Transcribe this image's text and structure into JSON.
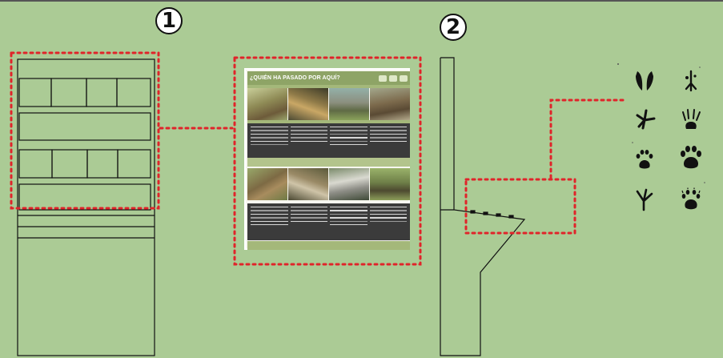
{
  "diagram": {
    "background": "#abcb95",
    "callout_color": "#e0242a",
    "callouts": [
      {
        "number": "1"
      },
      {
        "number": "2"
      }
    ]
  },
  "poster": {
    "title": "¿QUIÉN HA PASADO POR AQUÍ?",
    "header_color": "#8ea466",
    "text_panel_color": "#3b3b3b",
    "top_row_photos": [
      "wildcat-photo",
      "ocelot-photo",
      "rhea-photo",
      "viscacha-photo"
    ],
    "bottom_row_photos": [
      "otter-photo",
      "fox-photo",
      "armadillo-photo",
      "heron-photo"
    ]
  },
  "footprints": [
    {
      "name": "hoof-track-icon"
    },
    {
      "name": "bird-track-small-icon"
    },
    {
      "name": "bird-track-large-icon"
    },
    {
      "name": "clawed-track-icon"
    },
    {
      "name": "paw-track-small-icon"
    },
    {
      "name": "paw-track-large-icon"
    },
    {
      "name": "wader-track-icon"
    },
    {
      "name": "clawed-paw-track-icon"
    }
  ]
}
